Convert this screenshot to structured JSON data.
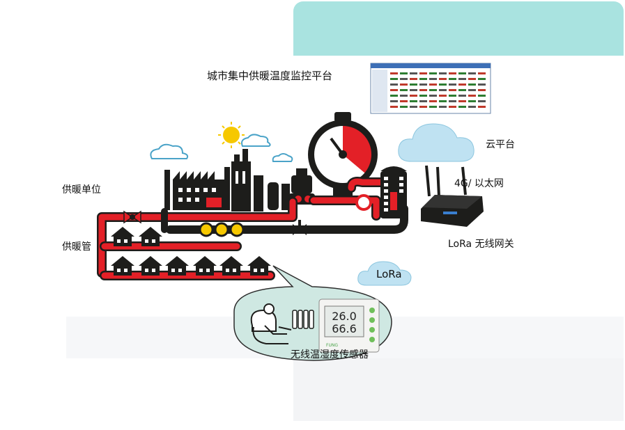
{
  "labels": {
    "platform_title": "城市集中供暖温度监控平台",
    "cloud_platform": "云平台",
    "network": "4G/ 以太网",
    "gateway": "LoRa 无线网关",
    "heating_unit": "供暖单位",
    "heating_pipe": "供暖管",
    "lora": "LoRa",
    "sensor": "无线温湿度传感器"
  },
  "sensor_display": {
    "temperature": "26.0",
    "humidity": "66.6",
    "brand": "FUNG"
  },
  "colors": {
    "accent_teal": "#a9e3e0",
    "pipe_red": "#e32027",
    "pipe_black": "#1d1d1b",
    "cloud": "#a8d8ee",
    "sensor_bubble": "#cfe8e2",
    "sun": "#f6c800"
  },
  "icons": [
    "factory-icon",
    "pressure-gauge-icon",
    "boiler-tower-icon",
    "house-icon",
    "cloud-icon",
    "gateway-router-icon",
    "sun-icon",
    "valve-icon",
    "pump-icon",
    "thermometer-sensor-icon",
    "person-icon",
    "radiator-icon"
  ]
}
